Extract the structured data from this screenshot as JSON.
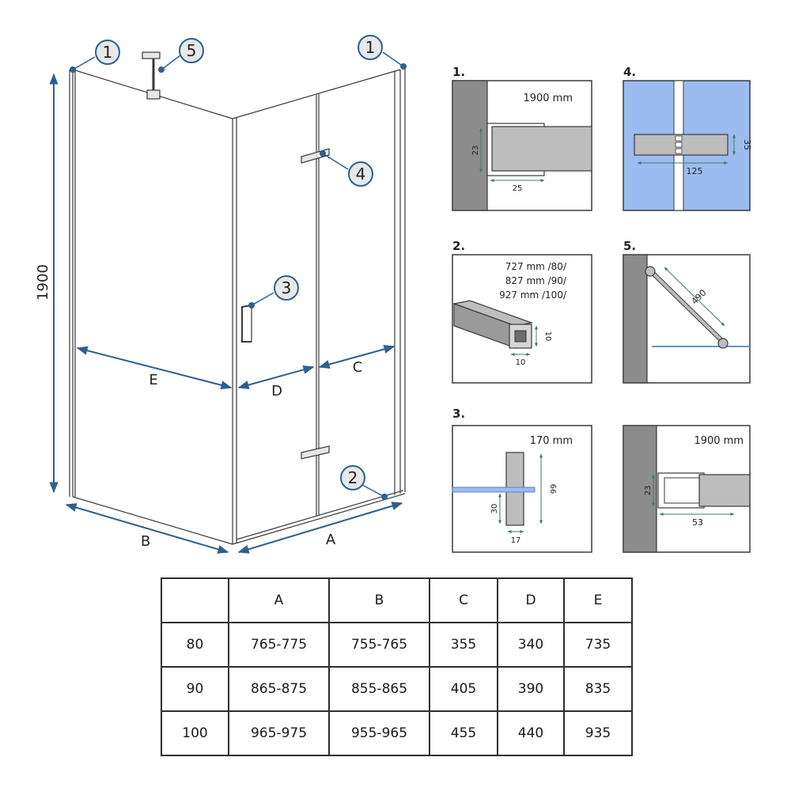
{
  "colors": {
    "dim": "#2f5f8e",
    "glass": "#9bbcf0",
    "wall": "#8c8c8c",
    "profile": "#bdbdbd",
    "line": "#2b2b2b"
  },
  "main": {
    "markers": {
      "m1": "1",
      "m2": "2",
      "m3": "3",
      "m4": "4",
      "m5": "5"
    },
    "height_label": "1900",
    "labels": {
      "a": "A",
      "b": "B",
      "c": "C",
      "d": "D",
      "e": "E"
    }
  },
  "details": {
    "d1": {
      "title": "1.",
      "length": "1900 mm",
      "h": "23",
      "w": "25"
    },
    "d2": {
      "title": "2.",
      "lengths": [
        "727 mm /80/",
        "827 mm /90/",
        "927 mm /100/"
      ],
      "h": "10",
      "w": "10"
    },
    "d3": {
      "title": "3.",
      "length": "170 mm",
      "h1": "66",
      "h2": "30",
      "w": "17"
    },
    "d4": {
      "title": "4.",
      "w": "125",
      "h": "35"
    },
    "d5": {
      "title": "5.",
      "length": "490"
    },
    "d6": {
      "length": "1900 mm",
      "h": "23",
      "w": "53"
    }
  },
  "table": {
    "header": [
      "",
      "A",
      "B",
      "C",
      "D",
      "E"
    ],
    "rows": [
      [
        "80",
        "765-775",
        "755-765",
        "355",
        "340",
        "735"
      ],
      [
        "90",
        "865-875",
        "855-865",
        "405",
        "390",
        "835"
      ],
      [
        "100",
        "965-975",
        "955-965",
        "455",
        "440",
        "935"
      ]
    ]
  }
}
